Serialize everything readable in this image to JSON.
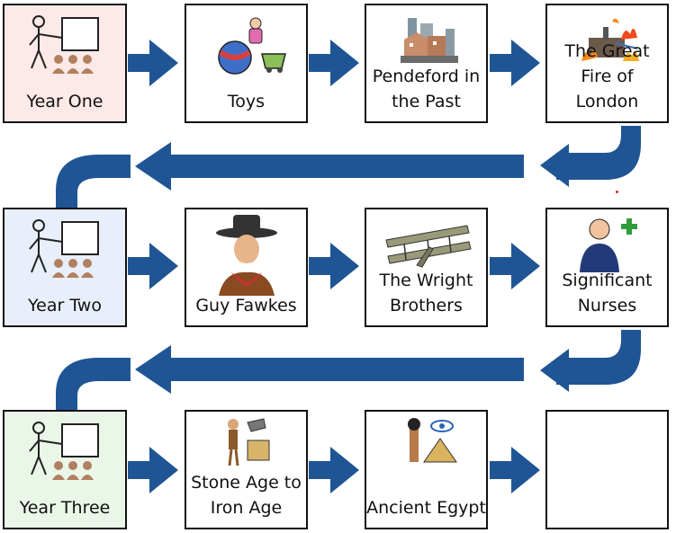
{
  "colors": {
    "arrow": "#1f5595",
    "border": "#111111",
    "year_one_bg": "#fce9e8",
    "year_two_bg": "#e9effa",
    "year_three_bg": "#eaf6e8",
    "dot": "#d32020"
  },
  "rows": [
    {
      "year_label": "Year One",
      "topics": [
        {
          "label": "Toys",
          "icon": "toys-icon"
        },
        {
          "label": "Pendeford in the Past",
          "icon": "town-buildings-icon"
        },
        {
          "label": "The Great Fire of London",
          "icon": "burning-city-icon"
        }
      ]
    },
    {
      "year_label": "Year Two",
      "topics": [
        {
          "label": "Guy Fawkes",
          "icon": "guy-fawkes-portrait-icon"
        },
        {
          "label": "The Wright Brothers",
          "icon": "biplane-icon"
        },
        {
          "label": "Significant Nurses",
          "icon": "nurse-icon"
        }
      ]
    },
    {
      "year_label": "Year Three",
      "topics": [
        {
          "label": "Stone Age to Iron Age",
          "icon": "stone-age-icon"
        },
        {
          "label": "Ancient Egypt",
          "icon": "egypt-icon"
        },
        {
          "label": "",
          "icon": ""
        }
      ]
    }
  ],
  "year_icon": "teacher-at-board-icon"
}
